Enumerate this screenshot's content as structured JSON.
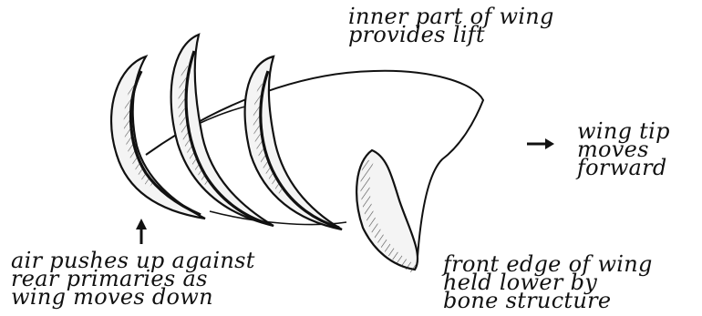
{
  "labels": {
    "inner": [
      "inner part of wing",
      "provides lift"
    ],
    "tip": [
      "wing tip",
      "moves",
      "forward"
    ],
    "air": [
      "air pushes up against",
      "rear primaries as",
      "wing moves down"
    ],
    "front": [
      "front edge of wing",
      "held lower by",
      "bone structure"
    ]
  },
  "colors": {
    "ink": "#111111",
    "paper": "#ffffff",
    "feather_fill": "#f4f4f4"
  }
}
